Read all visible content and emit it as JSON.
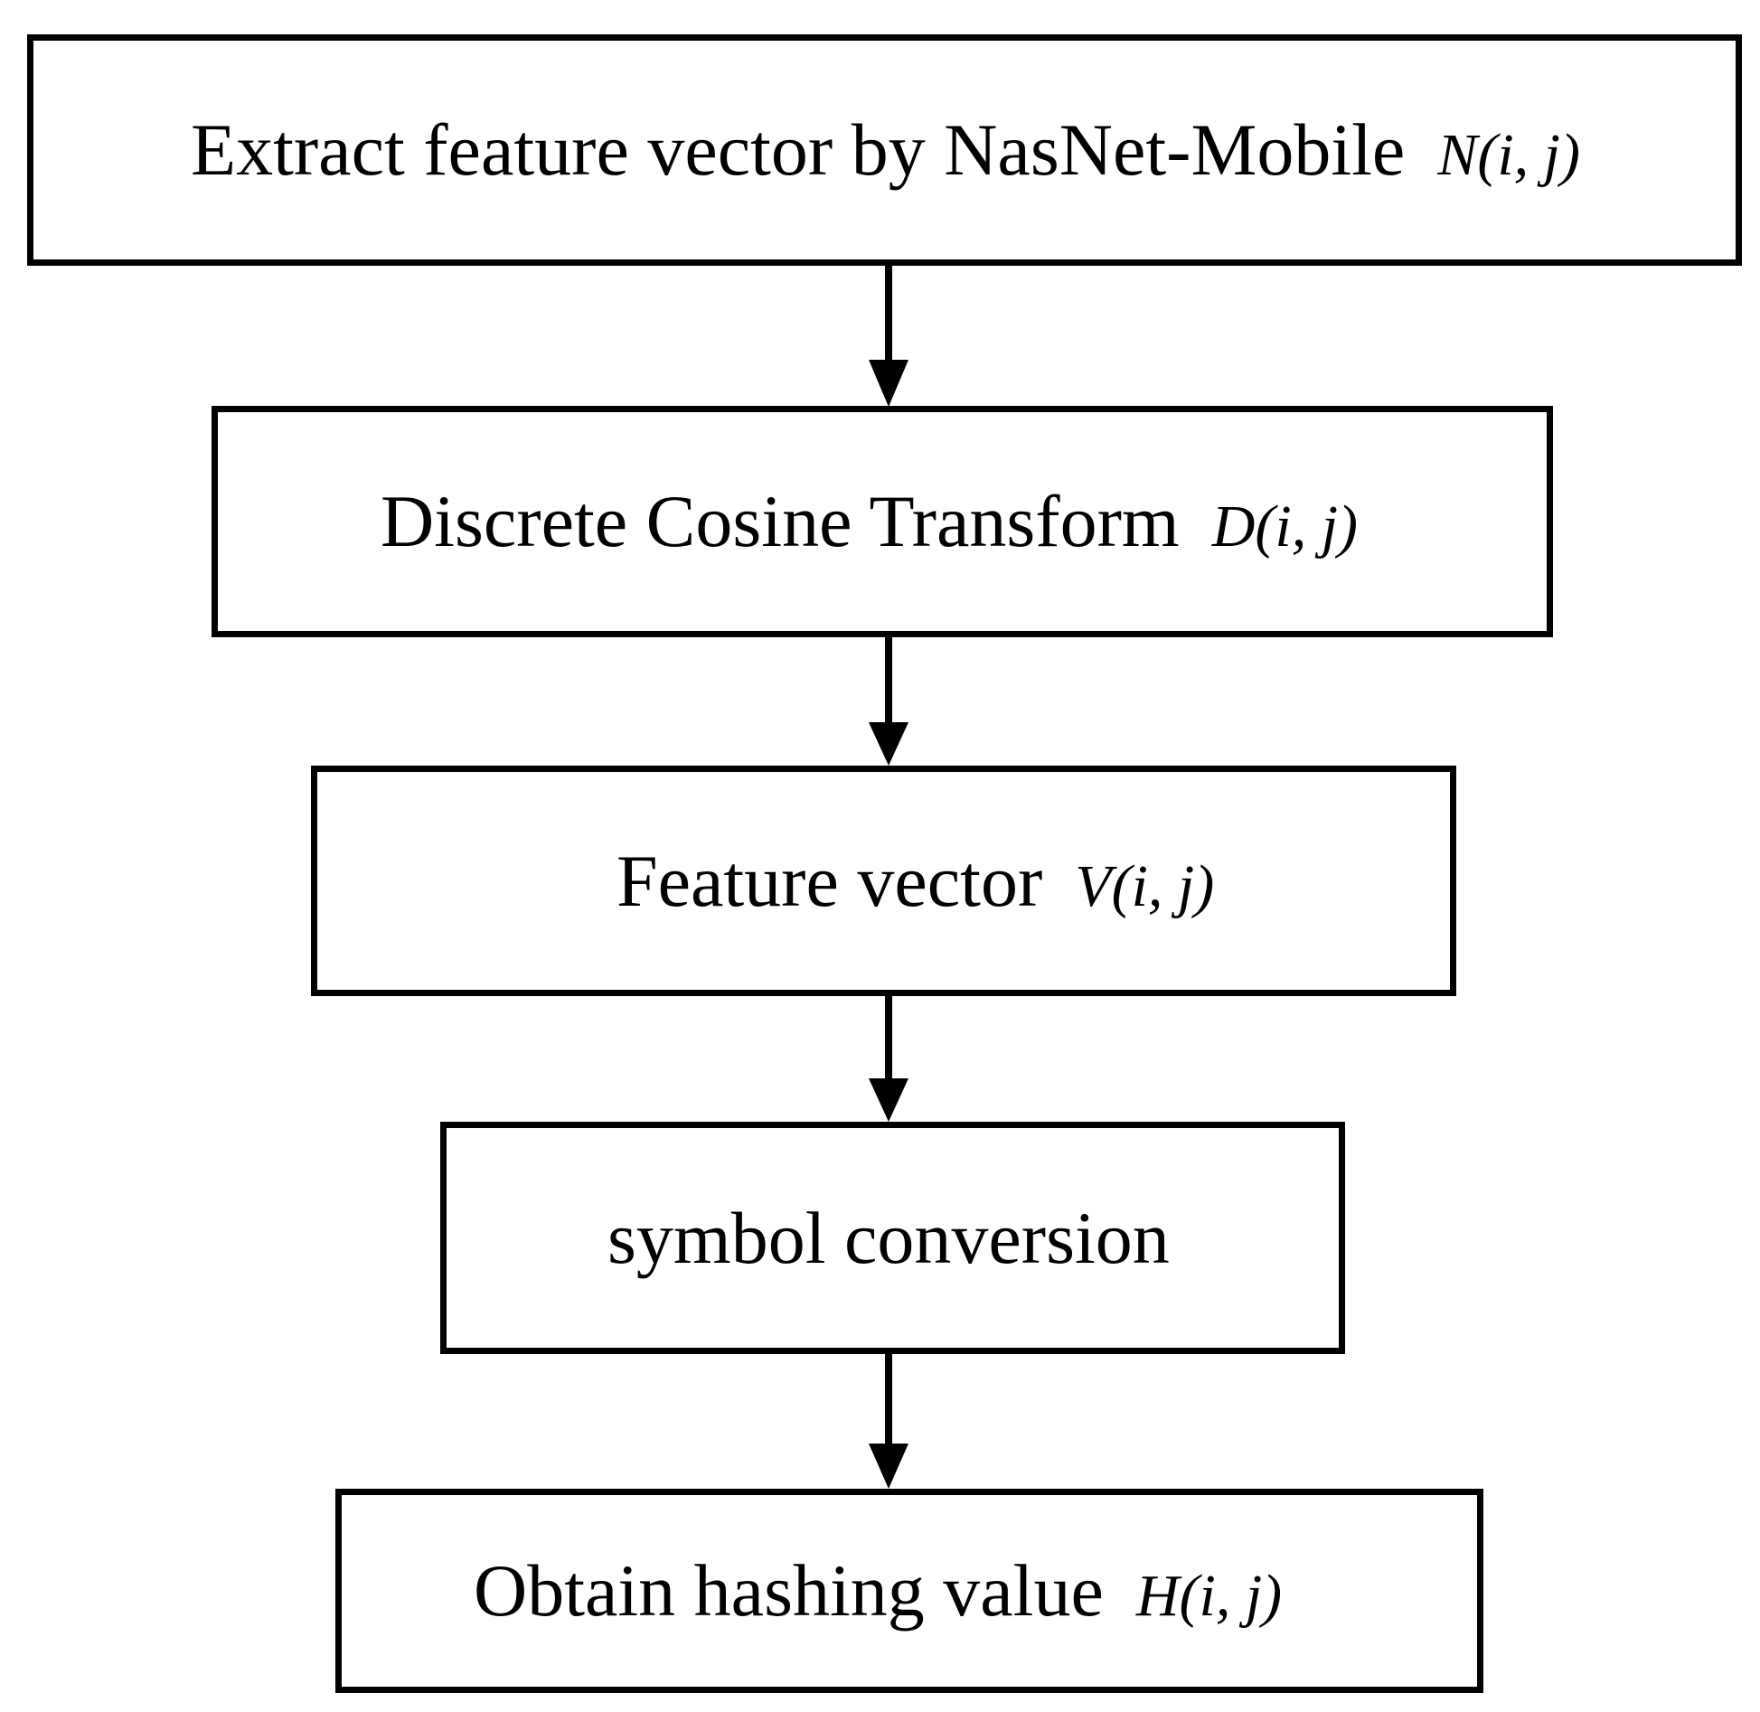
{
  "flowchart": {
    "steps": [
      {
        "label": "Extract feature vector by  NasNet-Mobile",
        "symbol": "N",
        "args": "(i, j)"
      },
      {
        "label": "Discrete Cosine Transform",
        "symbol": "D",
        "args": "(i, j)"
      },
      {
        "label": "Feature vector",
        "symbol": "V",
        "args": "(i, j)"
      },
      {
        "label": "symbol conversion",
        "symbol": "",
        "args": ""
      },
      {
        "label": "Obtain hashing value",
        "symbol": "H",
        "args": "(i, j)"
      }
    ]
  }
}
